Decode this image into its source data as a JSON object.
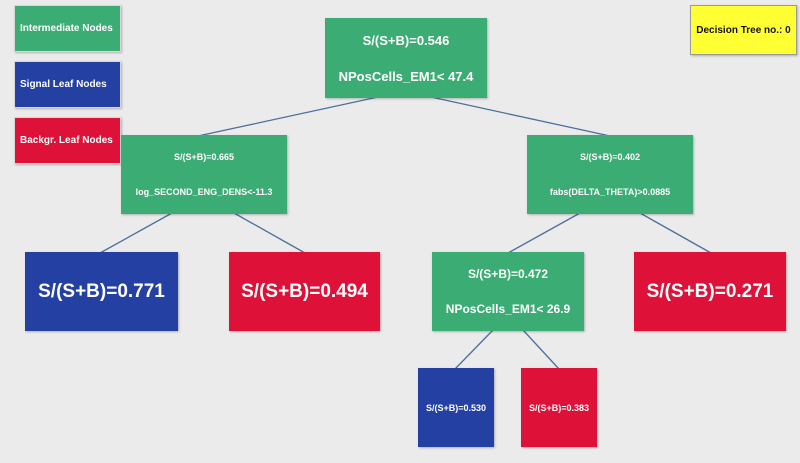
{
  "colors": {
    "intermediate": "#3bac74",
    "signal": "#2540a3",
    "background": "#de1238",
    "tree_label": "#ffff33",
    "edge": "#4e6f9a",
    "canvas": "#ebebeb"
  },
  "legend": {
    "intermediate": "Intermediate Nodes",
    "signal": "Signal Leaf Nodes",
    "background": "Backgr. Leaf Nodes"
  },
  "tree_label": "Decision Tree no.: 0",
  "nodes": {
    "root": {
      "purity": "S/(S+B)=0.546",
      "cut": "NPosCells_EM1< 47.4"
    },
    "left": {
      "purity": "S/(S+B)=0.665",
      "cut": "log_SECOND_ENG_DENS<-11.3"
    },
    "right": {
      "purity": "S/(S+B)=0.402",
      "cut": "fabs(DELTA_THETA)>0.0885"
    },
    "right_left": {
      "purity": "S/(S+B)=0.472",
      "cut": "NPosCells_EM1< 26.9"
    }
  },
  "leaves": {
    "left_left": "S/(S+B)=0.771",
    "left_right": "S/(S+B)=0.494",
    "right_right": "S/(S+B)=0.271",
    "right_left_left": "S/(S+B)=0.530",
    "right_left_right": "S/(S+B)=0.383"
  }
}
